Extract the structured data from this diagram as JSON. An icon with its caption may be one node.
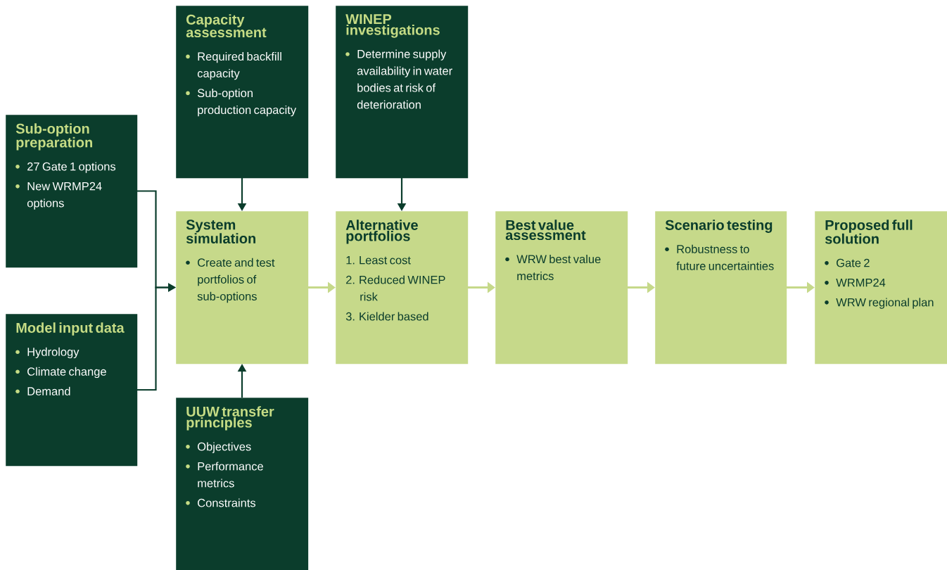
{
  "diagram": {
    "nodes": [
      {
        "text": [
          "Capacity assessment",
          "Required backfill capacity",
          "Sub-option production capacity"
        ]
      },
      {
        "text": [
          "WINEP investigations",
          "Determine supply availability in water bodies at risk of deterioration"
        ]
      },
      {
        "text": [
          "Sub-option preparation",
          "27 Gate 1 options",
          "New WRMP24 options"
        ]
      },
      {
        "text": [
          "Model input data",
          "Hydrology",
          "Climate change",
          "Demand"
        ]
      },
      {
        "text": [
          "System simulation",
          "Create and test portfolios of sub-options"
        ]
      },
      {
        "text": [
          "Alternative portfolios",
          "1. Least cost",
          "2. Reduced WINEP risk",
          "3. Kielder based"
        ]
      },
      {
        "text": [
          "Best value assessment",
          "WRW best value metrics"
        ]
      },
      {
        "text": [
          "Scenario testing",
          "Robustness to future uncertainties"
        ]
      },
      {
        "text": [
          "Proposed full solution",
          "Gate 2",
          "WRMP24",
          "WRW regional plan"
        ]
      },
      {
        "text": [
          "UUW transfer principles",
          "Objectives",
          "Performance metrics",
          "Constraints"
        ]
      }
    ],
    "edges": [
      {
        "from": 0,
        "to": 4,
        "arrow": "to"
      },
      {
        "from": 1,
        "to": 5,
        "arrow": "to"
      },
      {
        "from": 2,
        "to": 4,
        "arrow": "to"
      },
      {
        "from": 3,
        "to": 4,
        "arrow": "to"
      },
      {
        "from": 9,
        "to": 4,
        "arrow": "to"
      },
      {
        "from": 4,
        "to": 5,
        "arrow": "to",
        "color": "#c6d98a"
      },
      {
        "from": 5,
        "to": 6,
        "arrow": "to",
        "color": "#c6d98a"
      },
      {
        "from": 6,
        "to": 7,
        "arrow": "to",
        "color": "#c6d98a"
      },
      {
        "from": 7,
        "to": 8,
        "arrow": "to",
        "color": "#c6d98a"
      }
    ]
  }
}
